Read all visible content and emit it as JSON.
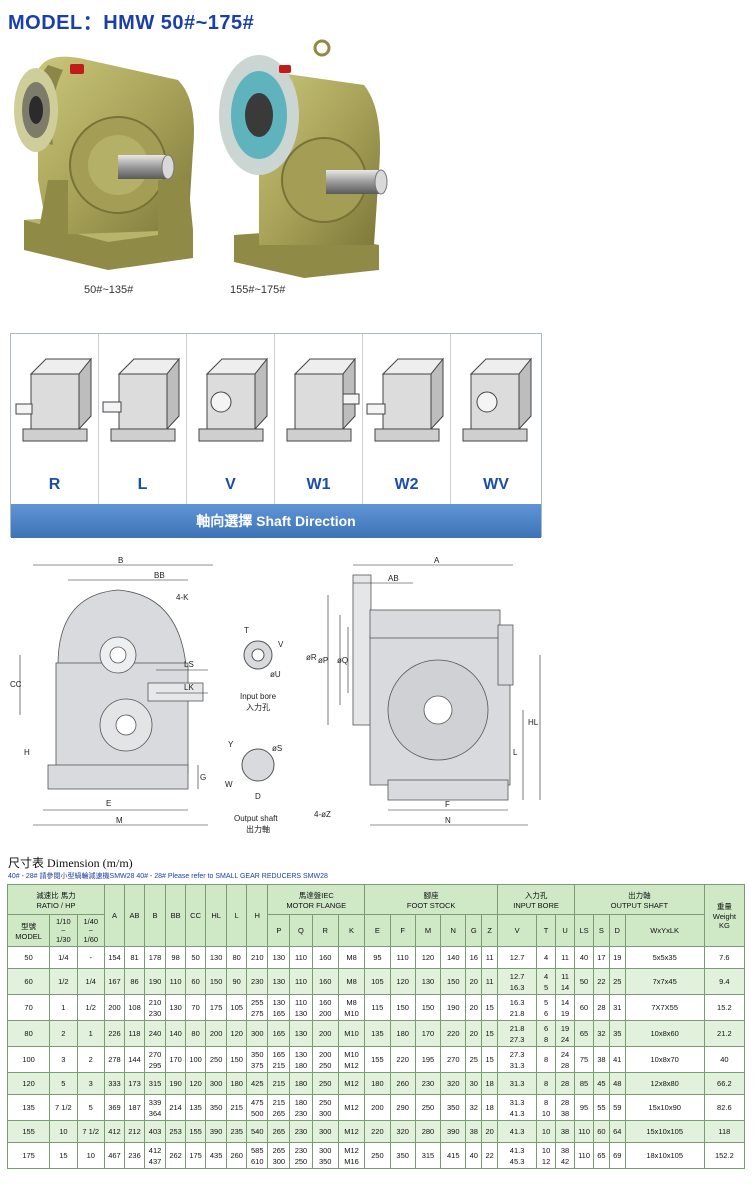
{
  "title": "MODEL：HMW 50#~175#",
  "photos": [
    {
      "caption": "50#~135#"
    },
    {
      "caption": "155#~175#"
    }
  ],
  "shaft_directions": [
    "R",
    "L",
    "V",
    "W1",
    "W2",
    "WV"
  ],
  "shaft_banner": "軸向選擇 Shaft Direction",
  "drawing": {
    "labels": [
      "B",
      "BB",
      "4-K",
      "CC",
      "LS",
      "LK",
      "E",
      "M",
      "G",
      "H",
      "T",
      "V",
      "øU",
      "Input bore",
      "入力孔",
      "Y",
      "øS",
      "W",
      "D",
      "Output shaft",
      "出力軸",
      "A",
      "AB",
      "øR",
      "øP",
      "øQ",
      "HL",
      "L",
      "F",
      "N",
      "4-øZ"
    ]
  },
  "table": {
    "title": "尺寸表 Dimension (m/m)",
    "note": "40# - 28# 請參閱小型蝸輪減速機SMW28    40# - 28# Please refer to SMALL GEAR REDUCERS SMW28",
    "headers": {
      "ratio_hp": [
        "減速比 馬力",
        "RATIO / HP"
      ],
      "model": [
        "型號",
        "MODEL"
      ],
      "r110": [
        "1/10",
        "~",
        "1/30"
      ],
      "r140": [
        "1/40",
        "~",
        "1/60"
      ],
      "single": [
        "A",
        "AB",
        "B",
        "BB",
        "CC",
        "HL",
        "L",
        "H"
      ],
      "motor_flange": [
        "馬達盤IEC",
        "MOTOR FLANGE"
      ],
      "motor_cols": [
        "P",
        "Q",
        "R",
        "K"
      ],
      "foot": [
        "腳座",
        "FOOT STOCK"
      ],
      "foot_cols": [
        "E",
        "F",
        "M",
        "N",
        "G",
        "Z"
      ],
      "input": [
        "入力孔",
        "INPUT BORE"
      ],
      "input_cols": [
        "V",
        "T",
        "U"
      ],
      "output": [
        "出力軸",
        "OUTPUT SHAFT"
      ],
      "output_cols": [
        "LS",
        "S",
        "D",
        "WxYxLK"
      ],
      "weight": [
        "重量",
        "Weight",
        "KG"
      ]
    },
    "rows": [
      [
        "50",
        "1/4",
        "-",
        "154",
        "81",
        "178",
        "98",
        "50",
        "130",
        "80",
        "210",
        "130",
        "110",
        "160",
        "M8",
        "95",
        "110",
        "120",
        "140",
        "16",
        "11",
        "12.7",
        "4",
        "11",
        "40",
        "17",
        "19",
        "5x5x35",
        "7.6"
      ],
      [
        "60",
        "1/2",
        "1/4",
        "167",
        "86",
        "190",
        "110",
        "60",
        "150",
        "90",
        "230",
        "130",
        "110",
        "160",
        "M8",
        "105",
        "120",
        "130",
        "150",
        "20",
        "11",
        "12.7\n16.3",
        "4\n5",
        "11\n14",
        "50",
        "22",
        "25",
        "7x7x45",
        "9.4"
      ],
      [
        "70",
        "1",
        "1/2",
        "200",
        "108",
        "210\n230",
        "130",
        "70",
        "175",
        "105",
        "255\n275",
        "130\n165",
        "110\n130",
        "160\n200",
        "M8\nM10",
        "115",
        "150",
        "150",
        "190",
        "20",
        "15",
        "16.3\n21.8",
        "5\n6",
        "14\n19",
        "60",
        "28",
        "31",
        "7X7X55",
        "15.2"
      ],
      [
        "80",
        "2",
        "1",
        "226",
        "118",
        "240",
        "140",
        "80",
        "200",
        "120",
        "300",
        "165",
        "130",
        "200",
        "M10",
        "135",
        "180",
        "170",
        "220",
        "20",
        "15",
        "21.8\n27.3",
        "6\n8",
        "19\n24",
        "65",
        "32",
        "35",
        "10x8x60",
        "21.2"
      ],
      [
        "100",
        "3",
        "2",
        "278",
        "144",
        "270\n295",
        "170",
        "100",
        "250",
        "150",
        "350\n375",
        "165\n215",
        "130\n180",
        "200\n250",
        "M10\nM12",
        "155",
        "220",
        "195",
        "270",
        "25",
        "15",
        "27.3\n31.3",
        "8",
        "24\n28",
        "75",
        "38",
        "41",
        "10x8x70",
        "40"
      ],
      [
        "120",
        "5",
        "3",
        "333",
        "173",
        "315",
        "190",
        "120",
        "300",
        "180",
        "425",
        "215",
        "180",
        "250",
        "M12",
        "180",
        "260",
        "230",
        "320",
        "30",
        "18",
        "31.3",
        "8",
        "28",
        "85",
        "45",
        "48",
        "12x8x80",
        "66.2"
      ],
      [
        "135",
        "7  1/2",
        "5",
        "369",
        "187",
        "339\n364",
        "214",
        "135",
        "350",
        "215",
        "475\n500",
        "215\n265",
        "180\n230",
        "250\n300",
        "M12",
        "200",
        "290",
        "250",
        "350",
        "32",
        "18",
        "31.3\n41.3",
        "8\n10",
        "28\n38",
        "95",
        "55",
        "59",
        "15x10x90",
        "82.6"
      ],
      [
        "155",
        "10",
        "7  1/2",
        "412",
        "212",
        "403",
        "253",
        "155",
        "390",
        "235",
        "540",
        "265",
        "230",
        "300",
        "M12",
        "220",
        "320",
        "280",
        "390",
        "38",
        "20",
        "41.3",
        "10",
        "38",
        "110",
        "60",
        "64",
        "15x10x105",
        "118"
      ],
      [
        "175",
        "15",
        "10",
        "467",
        "236",
        "412\n437",
        "262",
        "175",
        "435",
        "260",
        "585\n610",
        "265\n300",
        "230\n250",
        "300\n350",
        "M12\nM16",
        "250",
        "350",
        "315",
        "415",
        "40",
        "22",
        "41.3\n45.3",
        "10\n12",
        "38\n42",
        "110",
        "65",
        "69",
        "18x10x105",
        "152.2"
      ]
    ]
  }
}
